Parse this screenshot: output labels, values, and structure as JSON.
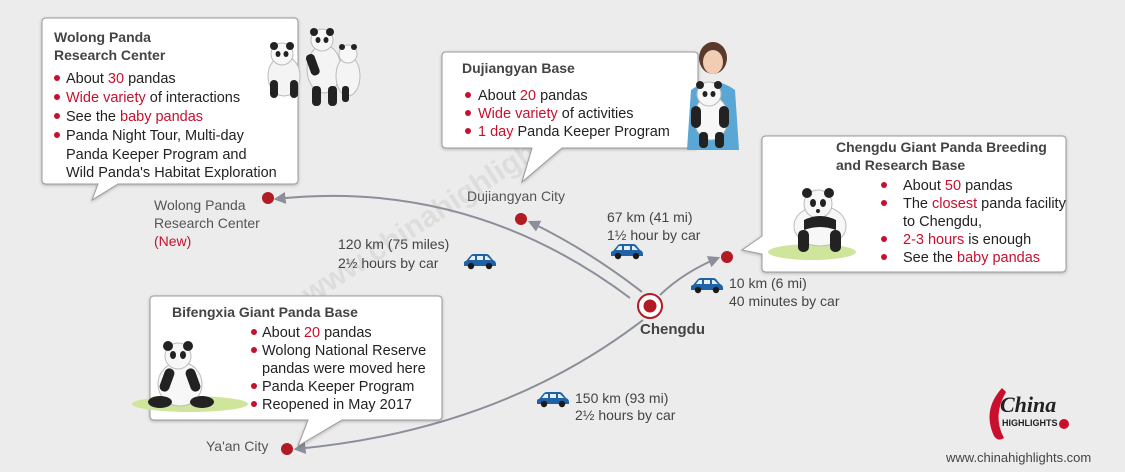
{
  "colors": {
    "background": "#ececec",
    "route_arrow": "#8a8f99",
    "city_marker": "#b31b24",
    "highlight": "#c8102e",
    "car": "#1e63a8"
  },
  "hub": {
    "name": "Chengdu"
  },
  "cities": {
    "wolong": {
      "line1": "Wolong Panda",
      "line2": "Research Center",
      "note": "(New)"
    },
    "dujiangyan": {
      "name": "Dujiangyan City"
    },
    "yaan": {
      "name": "Ya'an City"
    }
  },
  "routes": {
    "wolong": {
      "distance": "120 km (75 miles)",
      "time": "2½ hours by car"
    },
    "dujiangyan": {
      "distance": "67 km (41 mi)",
      "time": "1½  hour by car"
    },
    "chengdu_base": {
      "distance": "10 km (6 mi)",
      "time": "40 minutes by car"
    },
    "yaan": {
      "distance": "150 km (93 mi)",
      "time": "2½ hours by car"
    }
  },
  "callouts": {
    "wolong": {
      "title_line1": "Wolong Panda",
      "title_line2": "Research Center",
      "b1_pre": "About ",
      "b1_hl": "30",
      "b1_post": " pandas",
      "b2_hl": "Wide variety",
      "b2_post": " of interactions",
      "b3_pre": "See the ",
      "b3_hl": "baby pandas",
      "b4_line1": "Panda Night Tour, Multi-day",
      "b4_line2": "Panda Keeper Program and",
      "b4_line3": "Wild Panda's Habitat Exploration"
    },
    "dujiangyan": {
      "title": "Dujiangyan Base",
      "b1_pre": "About ",
      "b1_hl": "20",
      "b1_post": " pandas",
      "b2_hl": "Wide variety",
      "b2_post": " of activities",
      "b3_hl": "1 day",
      "b3_post": " Panda Keeper Program"
    },
    "chengdu_base": {
      "title_line1": "Chengdu Giant Panda Breeding",
      "title_line2": "and Research Base",
      "b1_pre": "About ",
      "b1_hl": "50",
      "b1_post": " pandas",
      "b2_pre": "The ",
      "b2_hl": "closest",
      "b2_post": " panda facility",
      "b2_line2": "to Chengdu,",
      "b3_hl": "2-3 hours",
      "b3_post": " is enough",
      "b4_pre": "See the ",
      "b4_hl": "baby pandas"
    },
    "bifengxia": {
      "title": "Bifengxia Giant Panda Base",
      "b1_pre": "About ",
      "b1_hl": "20",
      "b1_post": " pandas",
      "b2_line1": "Wolong National Reserve",
      "b2_line2": "pandas were moved here",
      "b3_line1": "Panda Keeper Program",
      "b3_line2": "Reopened in May 2017"
    }
  },
  "watermark": "www.chinahighlights.com",
  "footer": {
    "url": "www.chinahighlights.com",
    "logo_main": "China",
    "logo_sub": "HIGHLIGHTS"
  },
  "icons": [
    "panda-group-icon",
    "keeper-holding-panda-icon",
    "standing-panda-icon",
    "sitting-panda-icon",
    "car-icon",
    "city-marker-icon",
    "china-highlights-logo"
  ]
}
